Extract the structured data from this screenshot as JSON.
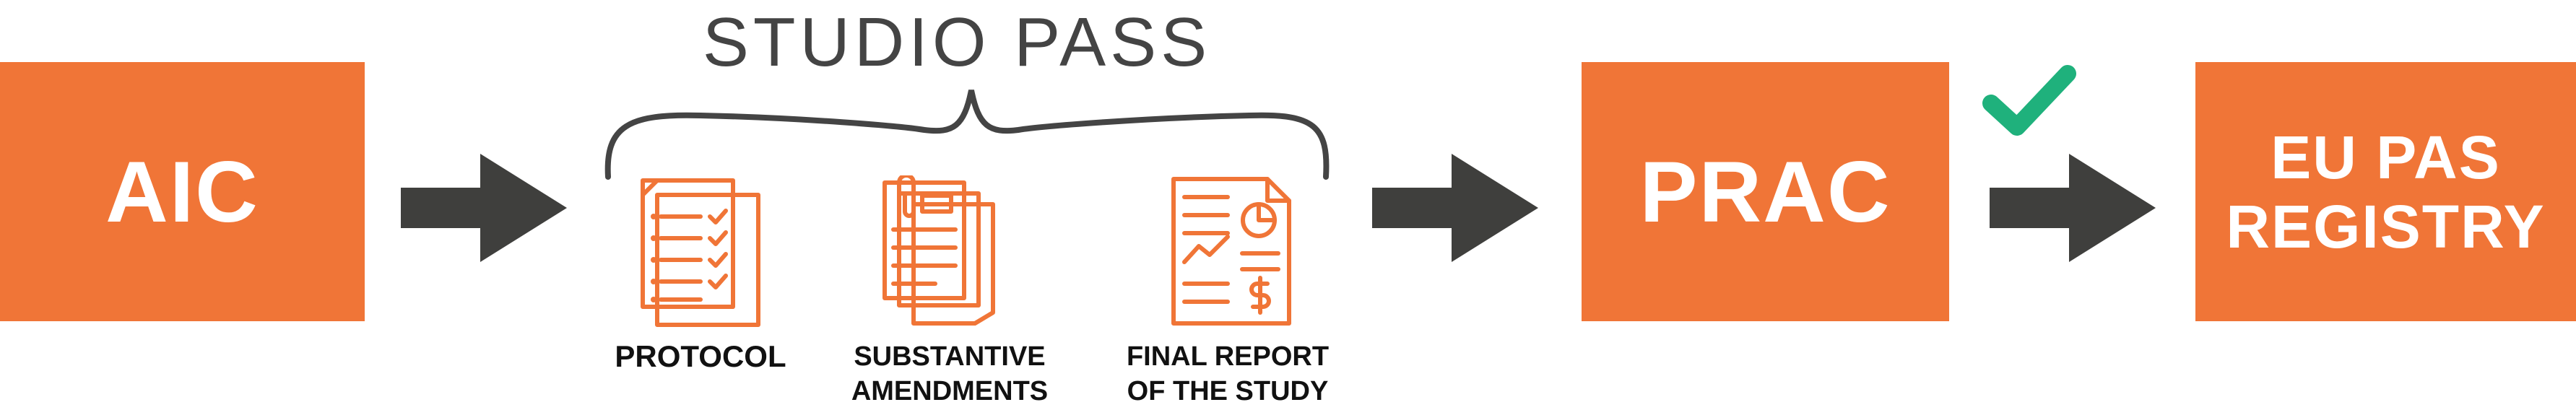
{
  "title": "STUDIO PASS",
  "boxes": {
    "aic": "AIC",
    "prac": "PRAC",
    "eu_pas": "EU PAS\nREGISTRY"
  },
  "documents": [
    {
      "icon": "protocol-document-icon",
      "label": "PROTOCOL"
    },
    {
      "icon": "amendments-document-icon",
      "label": "SUBSTANTIVE\nAMENDMENTS"
    },
    {
      "icon": "final-report-document-icon",
      "label": "FINAL REPORT\nOF THE STUDY"
    }
  ],
  "colors": {
    "orange": "#f07537",
    "arrow": "#3f3f3d",
    "check": "#1fb17c",
    "title": "#444444"
  }
}
